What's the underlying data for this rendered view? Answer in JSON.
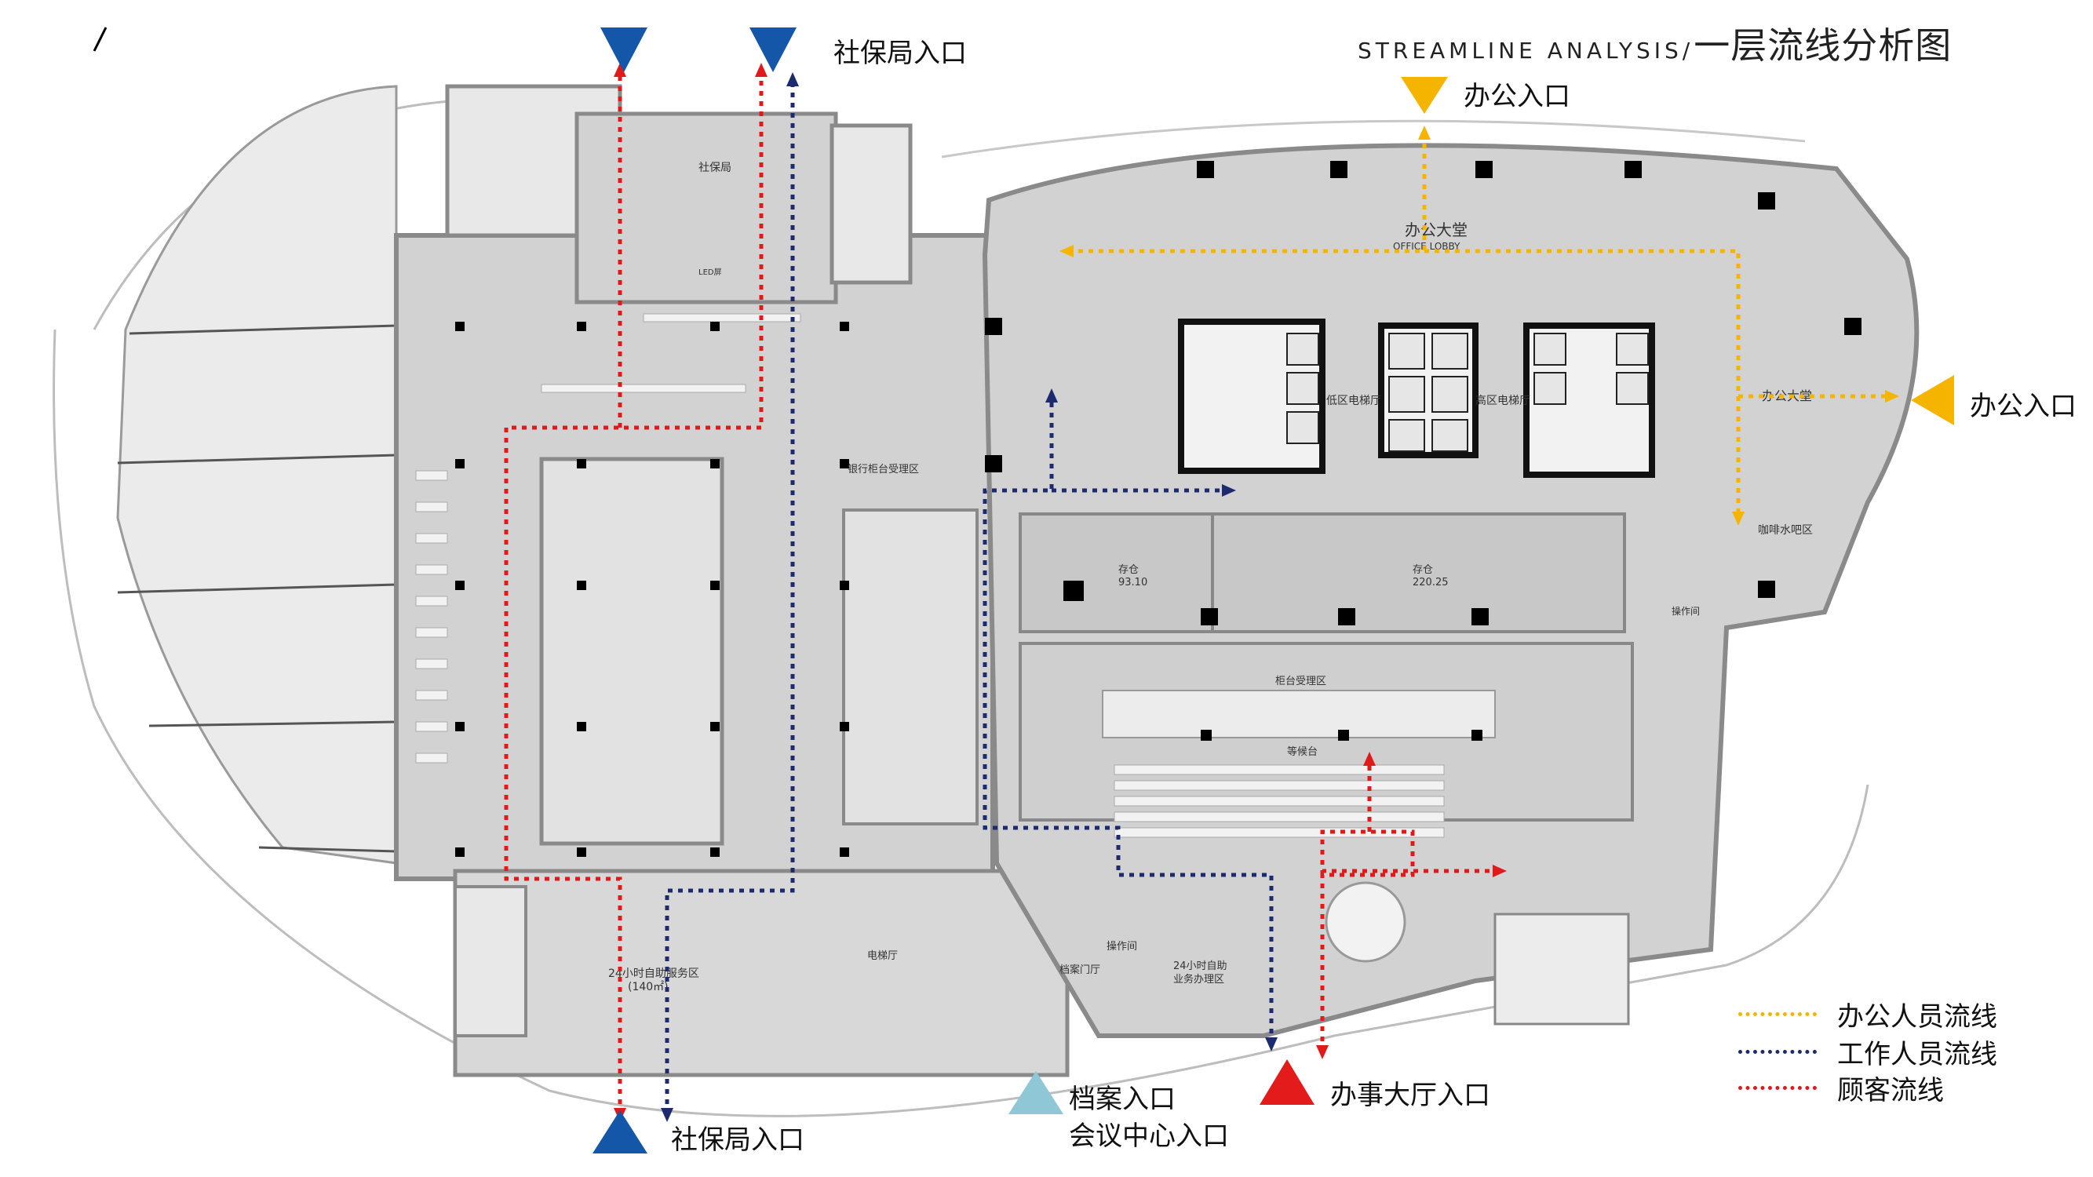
{
  "title": {
    "en": "STREAMLINE ANALYSIS/",
    "zh": "一层流线分析图"
  },
  "entrances": {
    "social_top": "社保局入口",
    "office_top": "办公入口",
    "office_right": "办公入口",
    "social_bottom": "社保局入口",
    "archive": "档案入口",
    "conference": "会议中心入口",
    "hall": "办事大厅入口"
  },
  "legend": [
    {
      "label": "办公人员流线",
      "color": "#f5b400"
    },
    {
      "label": "工作人员流线",
      "color": "#1c2a6e"
    },
    {
      "label": "顾客流线",
      "color": "#e01a1a"
    }
  ],
  "rooms": {
    "social_bureau": "社保局",
    "office_lobby": "办公大堂",
    "office_lobby_en": "OFFICE LOBBY",
    "office_hall_2": "办公大堂",
    "low_elev": "低区电梯厅",
    "high_elev": "高区电梯厅",
    "cafe": "咖啡水吧区",
    "ops": "操作间",
    "store1": "存仓",
    "store1_area": "93.10",
    "store2": "存仓",
    "store2_area": "220.25",
    "counter_zone": "柜台受理区",
    "waiting": "等候台",
    "bank_counter": "银行柜台受理区",
    "self_service": "24小时自助服务区",
    "self_service_area": "(140㎡)",
    "self_service2": "24小时自助",
    "self_service2_b": "业务办理区",
    "archive_hall": "档案门厅",
    "elev_hall": "电梯厅",
    "ops2": "操作间",
    "lcd": "LED屏"
  },
  "colors": {
    "floor": "#d2d2d2",
    "wall": "#8a8a8a",
    "column": "#000000",
    "blue_marker": "#1457a8",
    "light_blue_marker": "#8fc7d6",
    "red_marker": "#e31b1b",
    "yellow_marker": "#f5b400"
  }
}
